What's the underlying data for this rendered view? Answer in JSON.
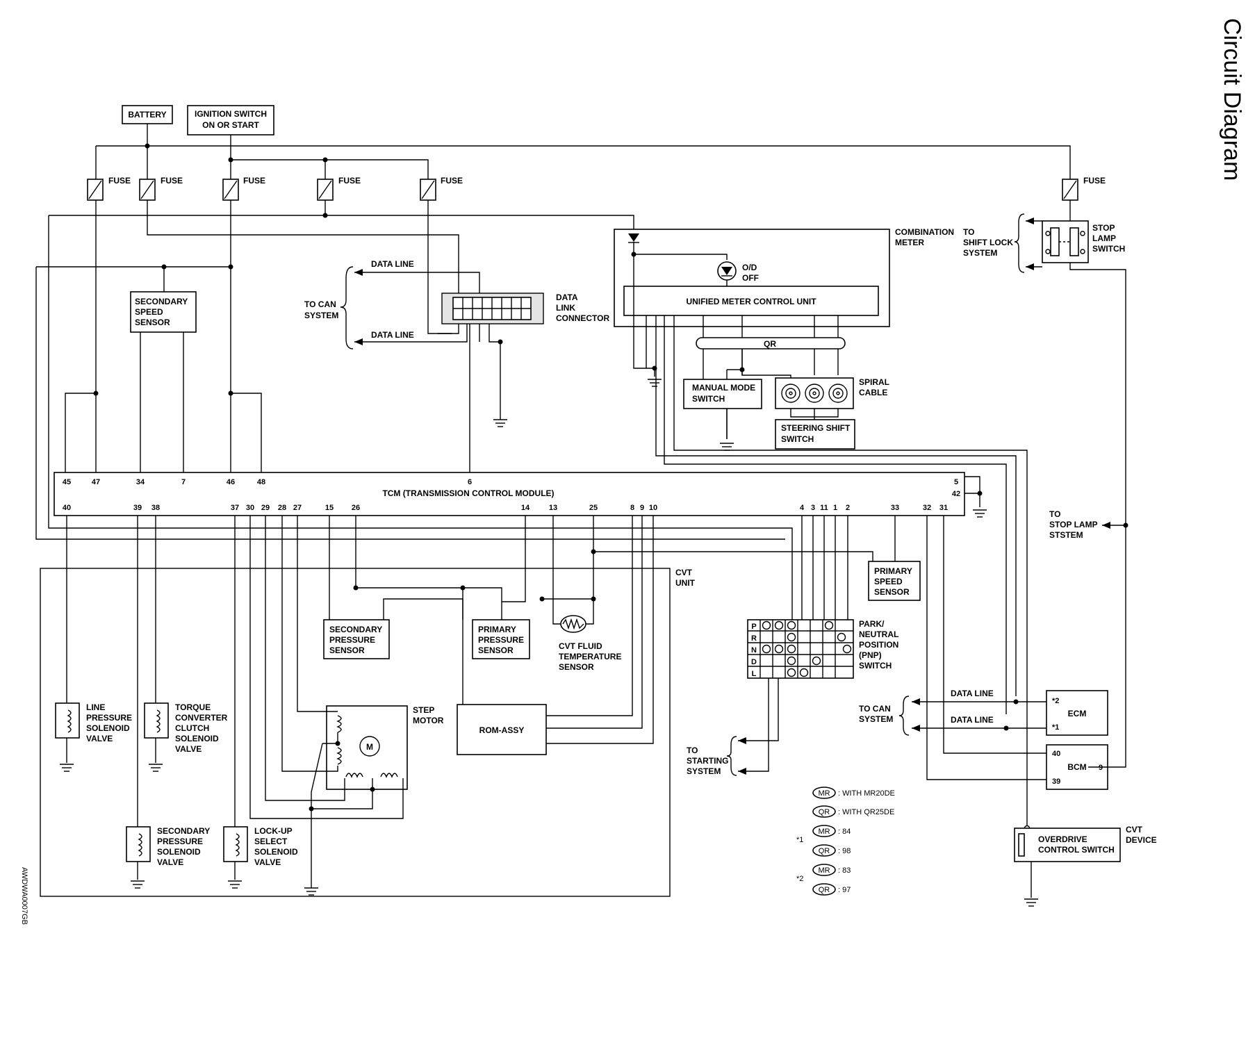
{
  "page_title": "Circuit Diagram",
  "figure_code": "AWDWA0007GB",
  "sources": {
    "battery": "BATTERY",
    "ignition": [
      "IGNITION SWITCH",
      "ON OR START"
    ]
  },
  "fuse_label": "FUSE",
  "tcm": {
    "name": "TCM (TRANSMISSION CONTROL MODULE)",
    "top_pins": [
      "45",
      "47",
      "34",
      "7",
      "46",
      "48",
      "6",
      "5"
    ],
    "right_pins": [
      "42"
    ],
    "bottom_pins": [
      "40",
      "39",
      "38",
      "37",
      "30",
      "29",
      "28",
      "27",
      "15",
      "26",
      "14",
      "13",
      "25",
      "8",
      "9",
      "10",
      "4",
      "3",
      "11",
      "1",
      "2",
      "33",
      "32",
      "31"
    ]
  },
  "secondary_speed_sensor": [
    "SECONDARY",
    "SPEED",
    "SENSOR"
  ],
  "data_link": {
    "to_can": [
      "TO CAN",
      "SYSTEM"
    ],
    "data_line": "DATA LINE",
    "connector": [
      "DATA",
      "LINK",
      "CONNECTOR"
    ]
  },
  "combination_meter": {
    "label": [
      "COMBINATION",
      "METER"
    ],
    "od_off": [
      "O/D",
      "OFF"
    ],
    "unified": "UNIFIED METER CONTROL UNIT",
    "qr": "QR",
    "manual_mode": [
      "MANUAL MODE",
      "SWITCH"
    ],
    "spiral": [
      "SPIRAL",
      "CABLE"
    ],
    "steering": [
      "STEERING SHIFT",
      "SWITCH"
    ]
  },
  "stop_lamp": {
    "to_shift_lock": [
      "TO",
      "SHIFT LOCK",
      "SYSTEM"
    ],
    "switch": [
      "STOP",
      "LAMP",
      "SWITCH"
    ],
    "to_stop_lamp": [
      "TO",
      "STOP LAMP",
      "STSTEM"
    ]
  },
  "cvt_unit": {
    "label": [
      "CVT",
      "UNIT"
    ],
    "line_pressure": [
      "LINE",
      "PRESSURE",
      "SOLENOID",
      "VALVE"
    ],
    "torque_converter": [
      "TORQUE",
      "CONVERTER",
      "CLUTCH",
      "SOLENOID",
      "VALVE"
    ],
    "secondary_pressure_valve": [
      "SECONDARY",
      "PRESSURE",
      "SOLENOID",
      "VALVE"
    ],
    "lockup_valve": [
      "LOCK-UP",
      "SELECT",
      "SOLENOID",
      "VALVE"
    ],
    "step_motor": [
      "STEP",
      "MOTOR"
    ],
    "motor_symbol": "M",
    "secondary_pressure_sensor": [
      "SECONDARY",
      "PRESSURE",
      "SENSOR"
    ],
    "primary_pressure_sensor": [
      "PRIMARY",
      "PRESSURE",
      "SENSOR"
    ],
    "fluid_temp": [
      "CVT FLUID",
      "TEMPERATURE",
      "SENSOR"
    ],
    "rom_assy": "ROM-ASSY"
  },
  "primary_speed_sensor": [
    "PRIMARY",
    "SPEED",
    "SENSOR"
  ],
  "pnp_switch": {
    "label": [
      "PARK/",
      "NEUTRAL",
      "POSITION",
      "(PNP)",
      "SWITCH"
    ],
    "positions": [
      "P",
      "R",
      "N",
      "D",
      "L"
    ]
  },
  "to_starting": [
    "TO",
    "STARTING",
    "SYSTEM"
  ],
  "can_right": {
    "to_can": [
      "TO CAN",
      "SYSTEM"
    ],
    "data_line": "DATA LINE"
  },
  "ecm": {
    "name": "ECM",
    "pin_a": "*2",
    "pin_b": "*1"
  },
  "bcm": {
    "name": "BCM",
    "pin_a": "40",
    "pin_b": "39",
    "pin_c": "9"
  },
  "overdrive": {
    "label": [
      "OVERDRIVE",
      "CONTROL SWITCH"
    ],
    "device": [
      "CVT",
      "DEVICE"
    ]
  },
  "legend": [
    {
      "tag": "MR",
      "text": ": WITH MR20DE"
    },
    {
      "tag": "QR",
      "text": ": WITH QR25DE"
    },
    {
      "group": "*1",
      "tag": "MR",
      "text": ": 84"
    },
    {
      "tag": "QR",
      "text": ": 98"
    },
    {
      "group": "*2",
      "tag": "MR",
      "text": ": 83"
    },
    {
      "tag": "QR",
      "text": ": 97"
    }
  ]
}
